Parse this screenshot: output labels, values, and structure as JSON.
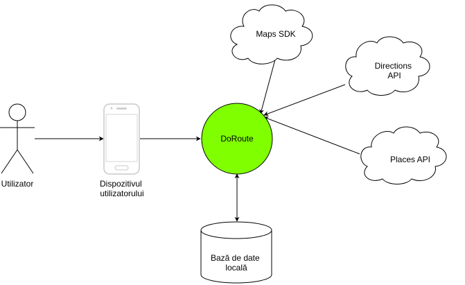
{
  "nodes": {
    "actor": {
      "label": "Utilizator",
      "icon": "person-icon"
    },
    "device": {
      "label_line1": "Dispozitivul",
      "label_line2": "utilizatorului",
      "icon": "smartphone-icon"
    },
    "app": {
      "label": "DoRoute",
      "fill": "#80FF00",
      "stroke": "#000000"
    },
    "maps_sdk": {
      "label": "Maps SDK",
      "shape": "cloud"
    },
    "directions_api": {
      "label_line1": "Directions",
      "label_line2": "API",
      "shape": "cloud"
    },
    "places_api": {
      "label": "Places API",
      "shape": "cloud"
    },
    "database": {
      "label_line1": "Bază de date",
      "label_line2": "locală",
      "shape": "cylinder"
    }
  },
  "colors": {
    "line": "#000000",
    "node_fill": "#ffffff"
  }
}
